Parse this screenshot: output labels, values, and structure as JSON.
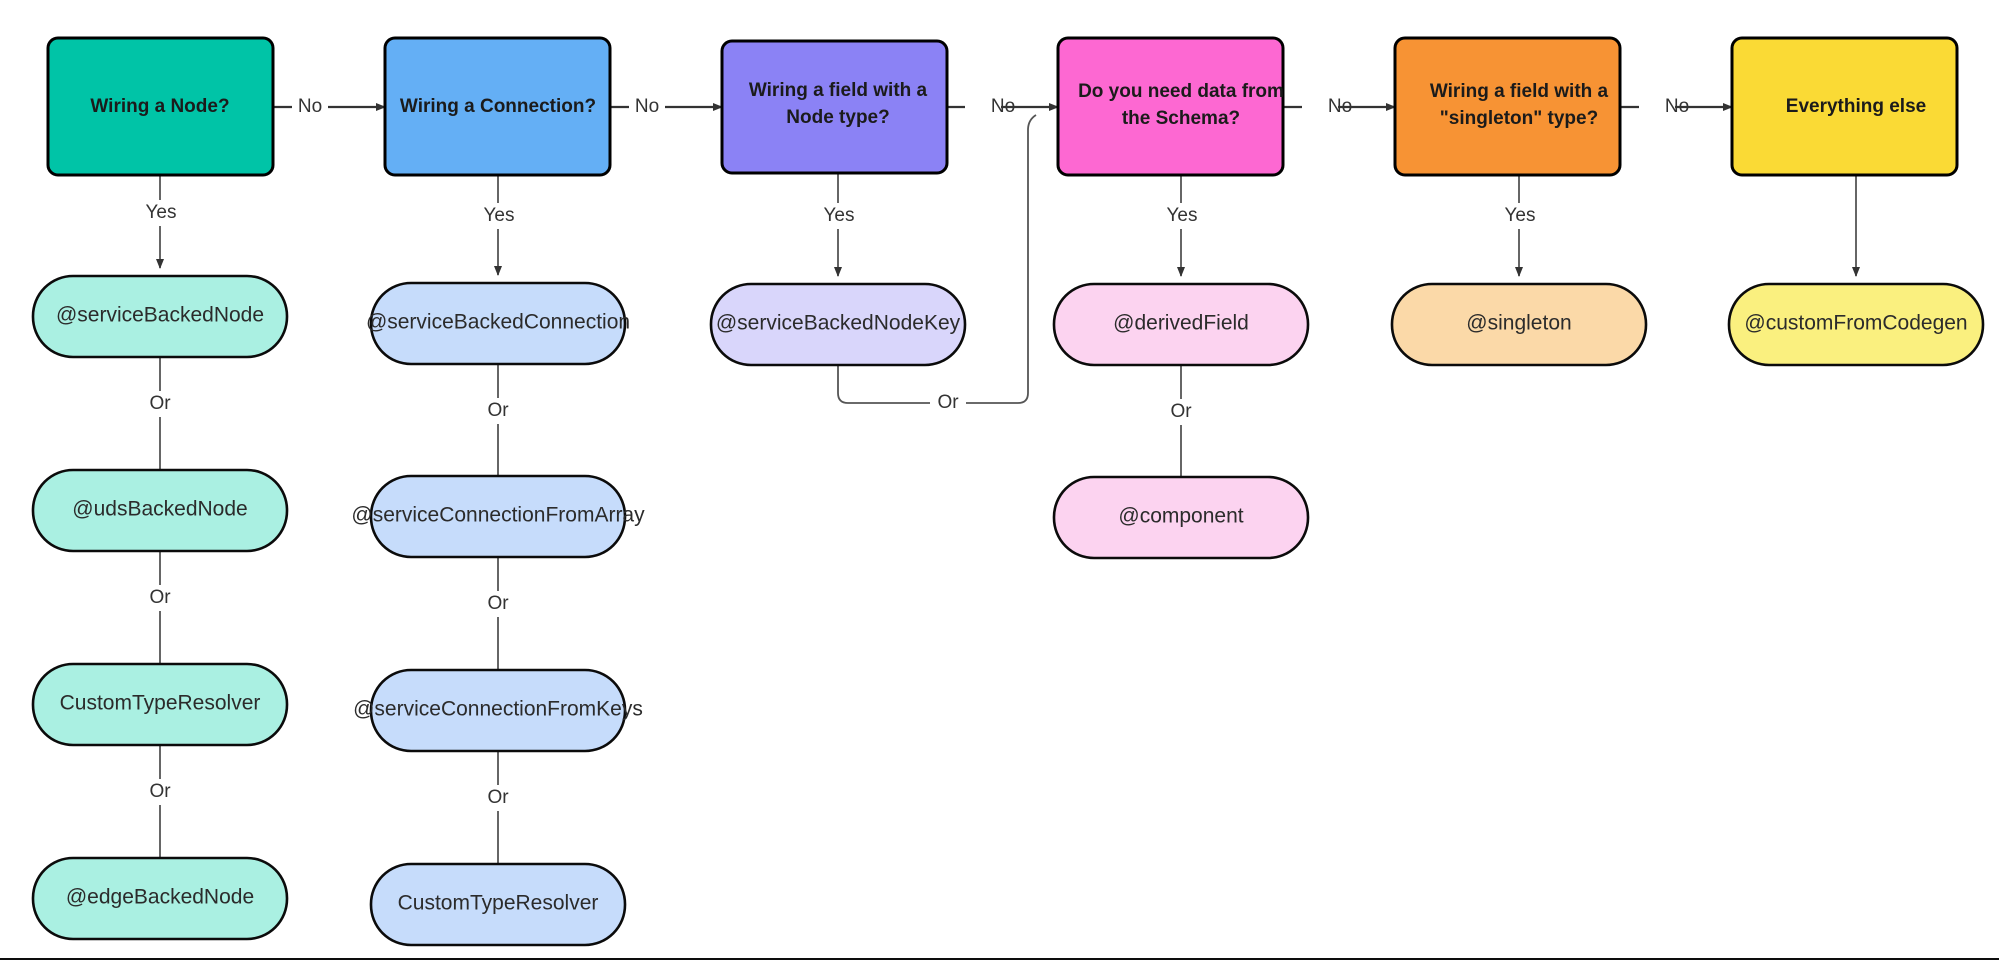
{
  "diagram": {
    "title": "Wiring decision flowchart",
    "edge_labels": {
      "yes": "Yes",
      "no": "No",
      "or": "Or"
    },
    "columns": [
      {
        "id": "node",
        "decision": {
          "text": "Wiring a Node?",
          "color": "#00c4a7"
        },
        "branch_label": "Yes",
        "results": [
          {
            "text": "@serviceBackedNode",
            "color": "#aaf0e2"
          },
          {
            "text": "@udsBackedNode",
            "color": "#aaf0e2"
          },
          {
            "text": "CustomTypeResolver",
            "color": "#aaf0e2"
          },
          {
            "text": "@edgeBackedNode",
            "color": "#aaf0e2"
          }
        ]
      },
      {
        "id": "connection",
        "decision": {
          "text": "Wiring a Connection?",
          "color": "#64aff5"
        },
        "branch_label": "Yes",
        "results": [
          {
            "text": "@serviceBackedConnection",
            "color": "#c6dcfb"
          },
          {
            "text": "@serviceConnectionFromArray",
            "color": "#c6dcfb"
          },
          {
            "text": "@serviceConnectionFromKeys",
            "color": "#c6dcfb"
          },
          {
            "text": "CustomTypeResolver",
            "color": "#c6dcfb"
          }
        ]
      },
      {
        "id": "node-type-field",
        "decision": {
          "text": "Wiring a field with a\nNode type?",
          "color": "#8b82f5"
        },
        "branch_label": "Yes",
        "results": [
          {
            "text": "@serviceBackedNodeKey",
            "color": "#d9d6fb"
          }
        ]
      },
      {
        "id": "schema-data",
        "decision": {
          "text": "Do you need data from\nthe Schema?",
          "color": "#fd68d2"
        },
        "branch_label": "Yes",
        "results": [
          {
            "text": "@derivedField",
            "color": "#fcd3f0"
          },
          {
            "text": "@component",
            "color": "#fcd3f0"
          }
        ]
      },
      {
        "id": "singleton-field",
        "decision": {
          "text": "Wiring a field with a\n\"singleton\" type?",
          "color": "#f79334"
        },
        "branch_label": "Yes",
        "results": [
          {
            "text": "@singleton",
            "color": "#fbd9a8"
          }
        ]
      },
      {
        "id": "everything-else",
        "decision": {
          "text": "Everything else",
          "color": "#fada35"
        },
        "branch_label": "",
        "results": [
          {
            "text": "@customFromCodegen",
            "color": "#faf07f"
          }
        ]
      }
    ],
    "cross_links": [
      {
        "from": "@serviceBackedNodeKey",
        "to": "Do you need data from the Schema?",
        "label": "Or"
      }
    ]
  }
}
